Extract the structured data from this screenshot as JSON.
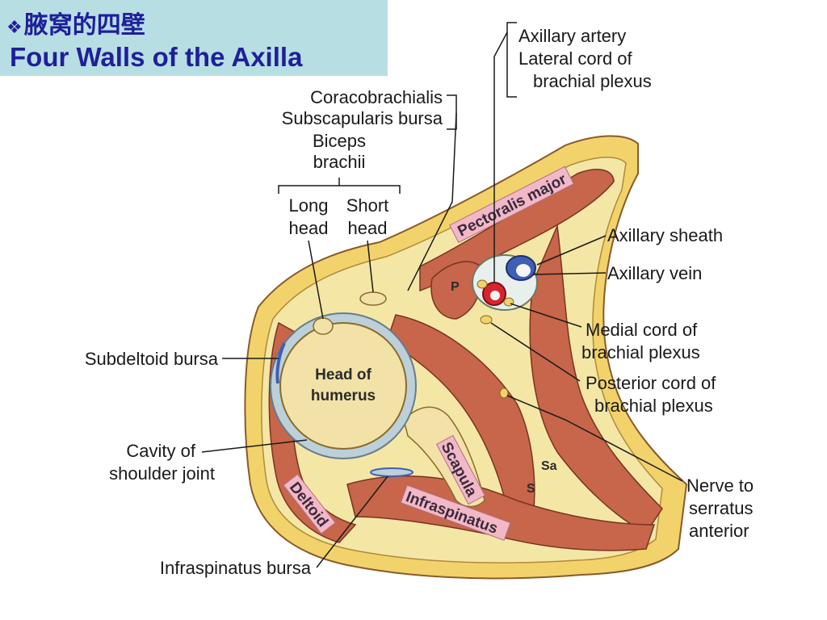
{
  "title": {
    "chinese": "腋窝的四壁",
    "english": "Four Walls of the Axilla",
    "bullet_icon": "diamond-bullet-icon"
  },
  "labels": {
    "axillary_artery": "Axillary artery",
    "lateral_cord_1": "Lateral cord of",
    "lateral_cord_2": "brachial plexus",
    "coracobrachialis": "Coracobrachialis",
    "subscapularis_bursa": "Subscapularis bursa",
    "biceps_1": "Biceps",
    "biceps_2": "brachii",
    "long_1": "Long",
    "long_2": "head",
    "short_1": "Short",
    "short_2": "head",
    "axillary_sheath": "Axillary sheath",
    "axillary_vein": "Axillary vein",
    "medial_cord_1": "Medial cord of",
    "medial_cord_2": "brachial plexus",
    "posterior_cord_1": "Posterior cord of",
    "posterior_cord_2": "brachial plexus",
    "subdeltoid_bursa": "Subdeltoid bursa",
    "cavity_1": "Cavity of",
    "cavity_2": "shoulder joint",
    "nerve_1": "Nerve to",
    "nerve_2": "serratus",
    "nerve_3": "anterior",
    "infraspinatus_bursa": "Infraspinatus bursa"
  },
  "inner_labels": {
    "head_1": "Head of",
    "head_2": "humerus",
    "pectoralis_major": "Pectoralis major",
    "p": "P",
    "scapula": "Scapula",
    "deltoid": "Deltoid",
    "infraspinatus": "Infraspinatus",
    "sa": "Sa",
    "s": "S"
  },
  "colors": {
    "title_bg": "#b7dee3",
    "title_text": "#1f1f9a",
    "skin": "#f2d36b",
    "muscle": "#c7664a",
    "fat": "#f4e7a6",
    "bone": "#f2e2a8",
    "label_band": "#f2b8c8",
    "artery": "#d8242c",
    "vein": "#3f5fb5"
  }
}
